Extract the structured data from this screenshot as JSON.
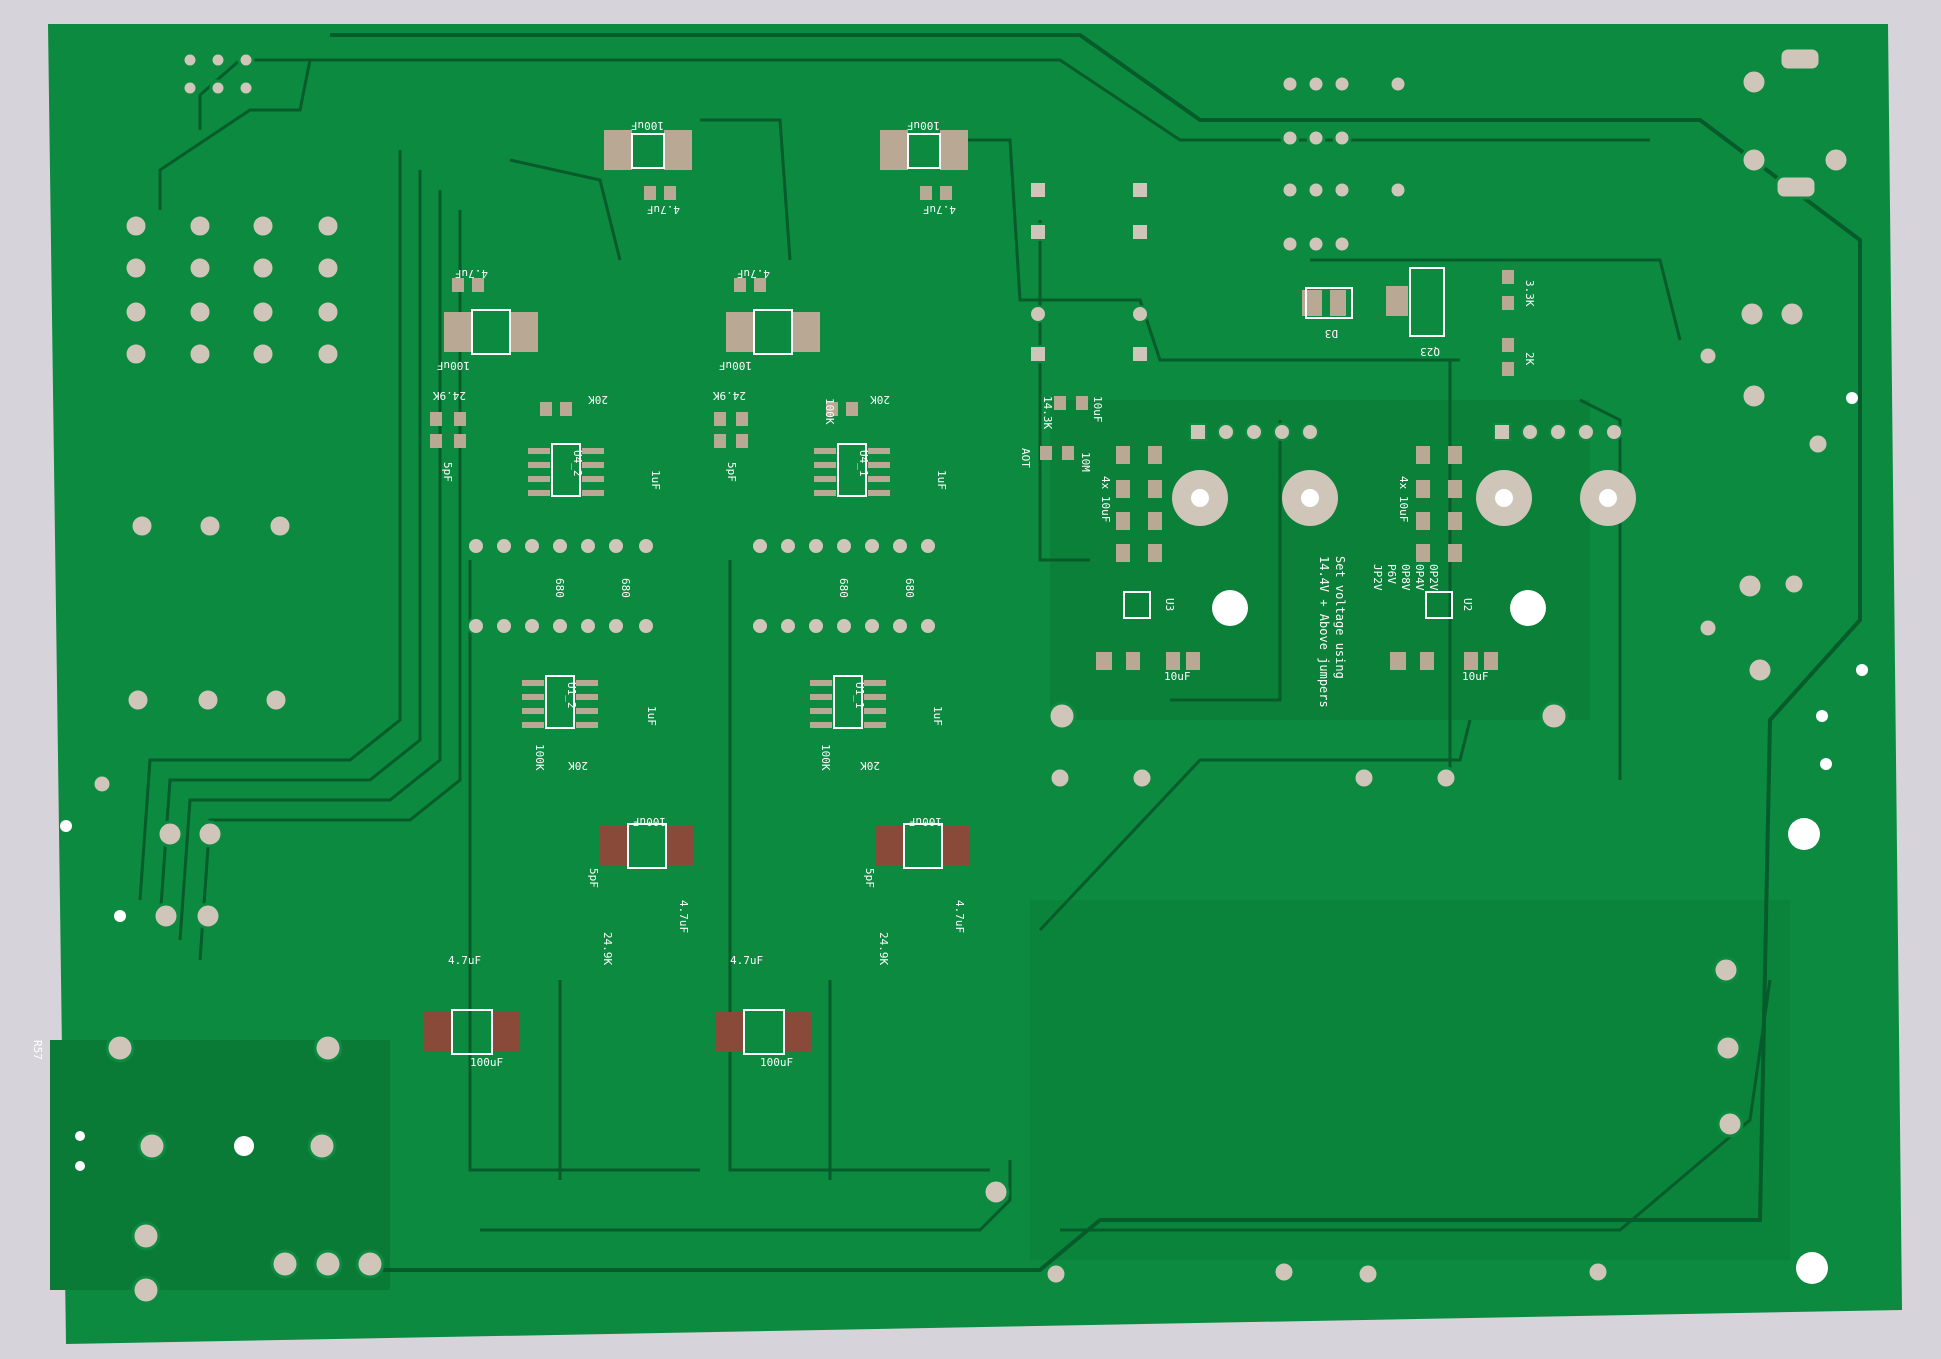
{
  "scene": {
    "description_tag": "green-pcb-photo",
    "colors": {
      "background_cloth": "#d7d3da",
      "board": "#0c8a3f",
      "board_dark": "#066b2f",
      "trace": "#065b2a",
      "pad": "#b9a994",
      "pad_copper": "#8a4a3a",
      "silkscreen": "#ffffff",
      "hole": "#ffffff"
    }
  },
  "labels": {
    "r57": "R57",
    "d3": "D3",
    "q23": "Q23",
    "r_3k3": "3.3K",
    "r_2k": "2K",
    "c_10uf_a": "10uF",
    "r_14k3": "14.3K",
    "r_10m": "10M",
    "aot": "AOT",
    "c_4x10uf_a": "4x 10uF",
    "c_4x10uf_b": "4x 10uF",
    "u3": "U3",
    "u2": "U2",
    "c10uf_u3": "10uF",
    "c10uf_u2": "10uF",
    "jp_12v": "JP2V",
    "jp_16v": "P6V",
    "jp_08v": "0P8V",
    "jp_04v": "0P4V",
    "jp_02v": "0P2V",
    "note_line1": "Set voltage using",
    "note_line2": "14.4V + Above jumpers",
    "top_caps": [
      "100uF",
      "100uF",
      "100uF",
      "100uF"
    ],
    "small_caps": [
      "4.7uF",
      "4.7uF",
      "4.7uF",
      "4.7uF"
    ],
    "u4_2": "U4_2",
    "u4_1": "U4_1",
    "u1_2": "U1_2",
    "u1_1": "U1_1",
    "r_24k9": "24.9K",
    "r_20k": "20K",
    "r_100k": "100K",
    "c_5pf": "5pF",
    "c_1uf": "1uF",
    "r_680": "680",
    "bottom_caps": [
      "100uF",
      "100uF",
      "100uF",
      "100uF"
    ],
    "bottom_small_caps": [
      "4.7uF",
      "4.7uF",
      "4.7uF",
      "4.7uF"
    ]
  }
}
